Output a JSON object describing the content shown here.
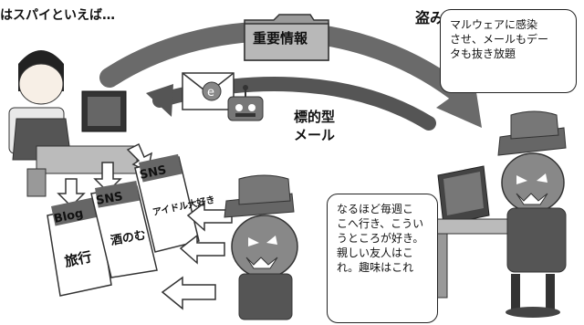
{
  "headline": "はスパイといえば…",
  "labels": {
    "steal": "盗み出し",
    "targeted_line1": "標的型",
    "targeted_line2": "メール",
    "folder": "重要情報"
  },
  "bubbles": {
    "top": [
      "マルウェアに感染",
      "させ、メールもデー",
      "タも抜き放題"
    ],
    "bottom": [
      "なるほど毎週こ",
      "こへ行き、こうい",
      "うところが好き。",
      "親しい友人はこ",
      "れ。趣味はこれ"
    ]
  },
  "signs": [
    {
      "top": "Blog",
      "bottom": "旅行"
    },
    {
      "top": "SNS",
      "bottom": "酒のむ"
    },
    {
      "top": "SNS",
      "bottom": "アイドル大好き"
    }
  ],
  "icons": [
    "envelope-icon",
    "robot-icon",
    "folder-icon",
    "arrow-icon",
    "pumpkin-spy-icon",
    "computer-icon",
    "office-worker-icon"
  ]
}
